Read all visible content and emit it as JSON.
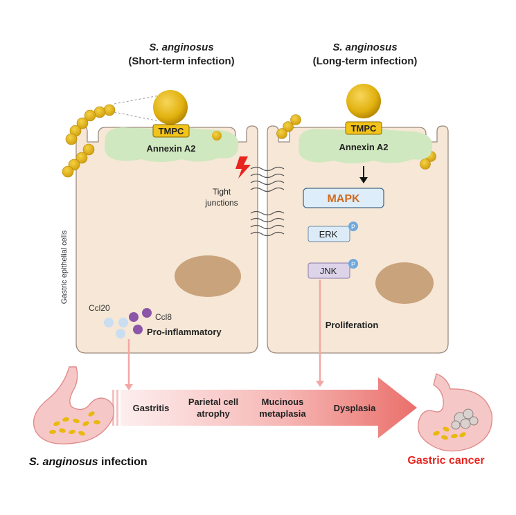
{
  "left_panel": {
    "title_species": "S. anginosus",
    "title_condition": "(Short-term infection)",
    "protein_tag": "TMPC",
    "receptor": "Annexin A2",
    "tight_junctions_line1": "Tight",
    "tight_junctions_line2": "junctions",
    "side_label": "Gastric epithelial cells",
    "chemokine_1": "Ccl20",
    "chemokine_2": "Ccl8",
    "effect": "Pro-inflammatory"
  },
  "right_panel": {
    "title_species": "S. anginosus",
    "title_condition": "(Long-term infection)",
    "protein_tag": "TMPC",
    "receptor": "Annexin A2",
    "pathway": "MAPK",
    "kinase_1": "ERK",
    "kinase_2": "JNK",
    "phospho_tag": "P",
    "effect": "Proliferation"
  },
  "progression": {
    "stages": [
      "Gastritis",
      "Parietal cell atrophy",
      "Mucinous metaplasia",
      "Dysplasia"
    ],
    "stage_lines": [
      [
        "Gastritis"
      ],
      [
        "Parietal cell",
        "atrophy"
      ],
      [
        "Mucinous",
        "metaplasia"
      ],
      [
        "Dysplasia"
      ]
    ]
  },
  "bottom": {
    "start_species": "S. anginosus",
    "start_suffix": " infection",
    "end_label": "Gastric cancer"
  },
  "colors": {
    "cell_fill": "#f6e7d6",
    "cell_stroke": "#9a8b7f",
    "nucleus": "#c9a37c",
    "bacterium": "#e8b90f",
    "annexin": "#cfe8bf",
    "mapk_fill": "#ddeefa",
    "mapk_text": "#d2691e",
    "erk_fill": "#dcebf7",
    "jnk_fill": "#ddd4ea",
    "cancer_red": "#e8241f",
    "arrow_pink": "#f3a7a4"
  }
}
